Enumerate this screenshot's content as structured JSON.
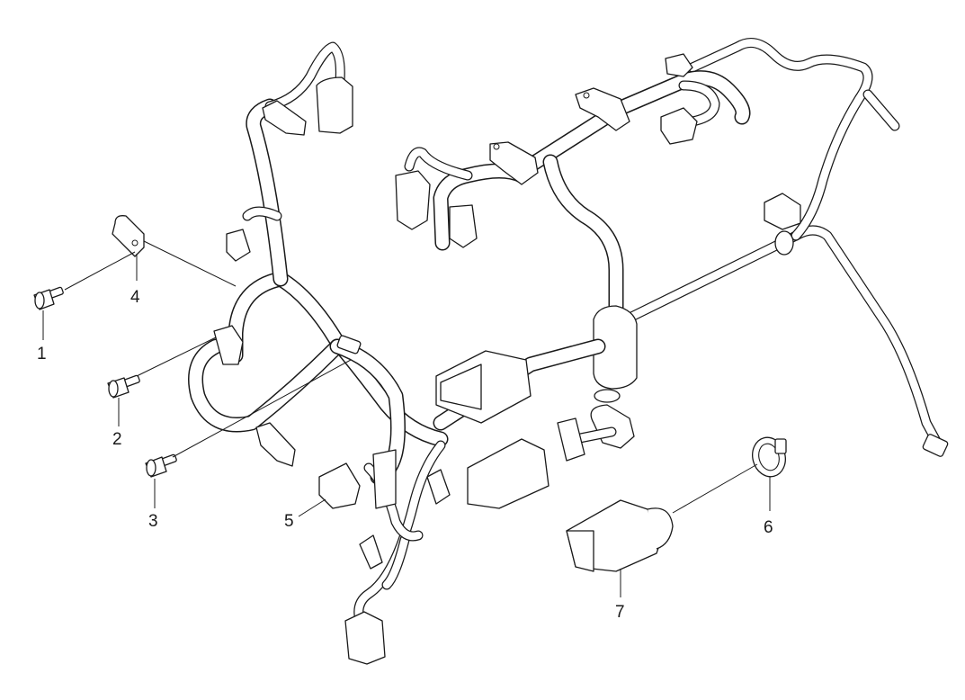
{
  "diagram": {
    "callouts": [
      {
        "id": 1,
        "label": "1"
      },
      {
        "id": 2,
        "label": "2"
      },
      {
        "id": 3,
        "label": "3"
      },
      {
        "id": 4,
        "label": "4"
      },
      {
        "id": 5,
        "label": "5"
      },
      {
        "id": 6,
        "label": "6"
      },
      {
        "id": 7,
        "label": "7"
      }
    ]
  }
}
